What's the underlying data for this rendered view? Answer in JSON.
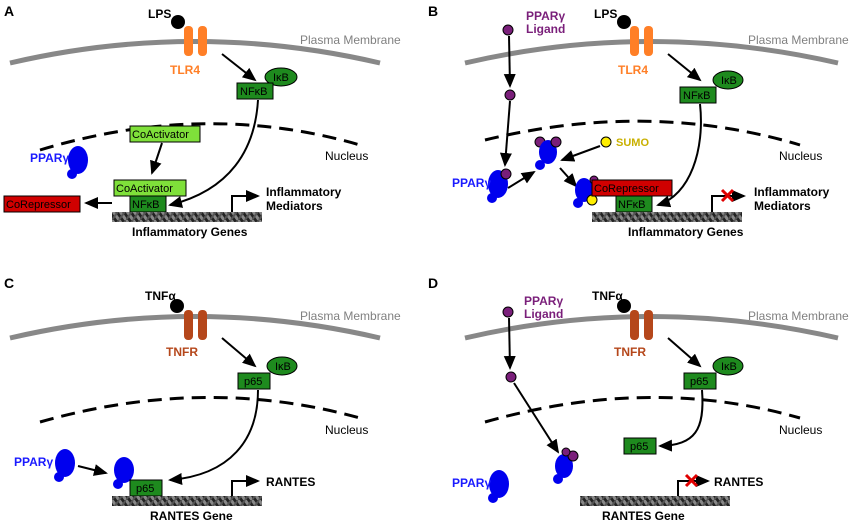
{
  "panels": {
    "a": {
      "letter": "A",
      "lps": "LPS",
      "receptor": "TLR4",
      "membrane": "Plasma Membrane",
      "ikb": "IκB",
      "nfkb": "NFκB",
      "nucleus": "Nucleus",
      "coactivator": "CoActivator",
      "coactivator_bound": "CoActivator",
      "nfkb_bound": "NFκB",
      "ppar": "PPARγ",
      "corepressor": "CoRepressor",
      "mediators": "Inflammatory\nMediators",
      "mediators_1": "Inflammatory",
      "mediators_2": "Mediators",
      "genes": "Inflammatory Genes"
    },
    "b": {
      "letter": "B",
      "ligand_1": "PPARγ",
      "ligand_2": "Ligand",
      "lps": "LPS",
      "receptor": "TLR4",
      "membrane": "Plasma Membrane",
      "ikb": "IκB",
      "nfkb": "NFκB",
      "sumo": "SUMO",
      "nucleus": "Nucleus",
      "ppar": "PPARγ",
      "corepressor": "CoRepressor",
      "nfkb_bound": "NFκB",
      "mediators_1": "Inflammatory",
      "mediators_2": "Mediators",
      "genes": "Inflammatory Genes"
    },
    "c": {
      "letter": "C",
      "tnf": "TNFα",
      "receptor": "TNFR",
      "membrane": "Plasma Membrane",
      "ikb": "IκB",
      "p65": "p65",
      "nucleus": "Nucleus",
      "ppar": "PPARγ",
      "p65_bound": "p65",
      "rantes": "RANTES",
      "gene": "RANTES Gene"
    },
    "d": {
      "letter": "D",
      "ligand_1": "PPARγ",
      "ligand_2": "Ligand",
      "tnf": "TNFα",
      "receptor": "TNFR",
      "membrane": "Plasma Membrane",
      "ikb": "IκB",
      "p65": "p65",
      "nucleus": "Nucleus",
      "p65_nuc": "p65",
      "ppar": "PPARγ",
      "rantes": "RANTES",
      "gene": "RANTES Gene"
    }
  },
  "colors": {
    "nfkb_green": "#1e8a1e",
    "coactivator_green": "#7fe03a",
    "corepressor_red": "#d00000",
    "ppar_blue": "#0000ee",
    "ligand_purple": "#7a1f7a",
    "tlr4_orange": "#ff7f27",
    "tnfr_brown": "#b5471b",
    "sumo_yellow": "#ffee00",
    "membrane_gray": "#888888",
    "inhibit_red": "#e00000"
  }
}
